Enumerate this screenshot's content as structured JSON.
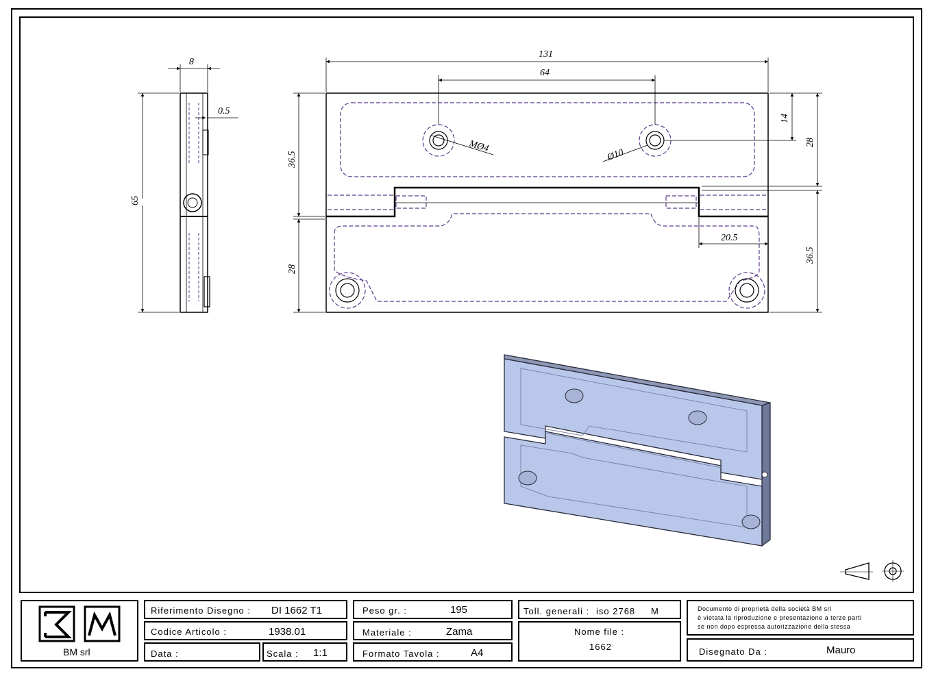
{
  "dimensions": {
    "side_width": "8",
    "side_gap": "0.5",
    "side_height": "65",
    "overall_length": "131",
    "hole_spacing": "64",
    "left_upper_height": "36.5",
    "left_lower_height": "28",
    "right_hole_offset": "14",
    "right_upper_height": "28",
    "right_lower_height": "36.5",
    "slot_length": "20.5",
    "thread_label": "MØ4",
    "counterbore_label": "Ø10"
  },
  "title_block": {
    "company": "BM srl",
    "rif_label": "Riferimento Disegno :",
    "rif_value": "DI 1662 T1",
    "codice_label": "Codice Articolo :",
    "codice_value": "1938.01",
    "data_label": "Data :",
    "data_value": "",
    "scala_label": "Scala :",
    "scala_value": "1:1",
    "peso_label": "Peso gr. :",
    "peso_value": "195",
    "materiale_label": "Materiale :",
    "materiale_value": "Zama",
    "formato_label": "Formato Tavola :",
    "formato_value": "A4",
    "toll_label": "Toll. generali :",
    "toll_value": "iso 2768",
    "toll_class": "M",
    "nome_file_label": "Nome file :",
    "nome_file_value": "1662",
    "legal_line1": "Documento di proprietà della società BM srl",
    "legal_line2": "è vietata la riproduzione e presentazione a terze parti",
    "legal_line3": "se non dopo espressa autorizzazione della stessa",
    "disegnato_label": "Disegnato Da :",
    "disegnato_value": "Mauro"
  },
  "colors": {
    "hidden_lines": "#5a3a8a",
    "iso_fill": "#b9c8ea",
    "iso_edge": "#2a2a3a"
  }
}
